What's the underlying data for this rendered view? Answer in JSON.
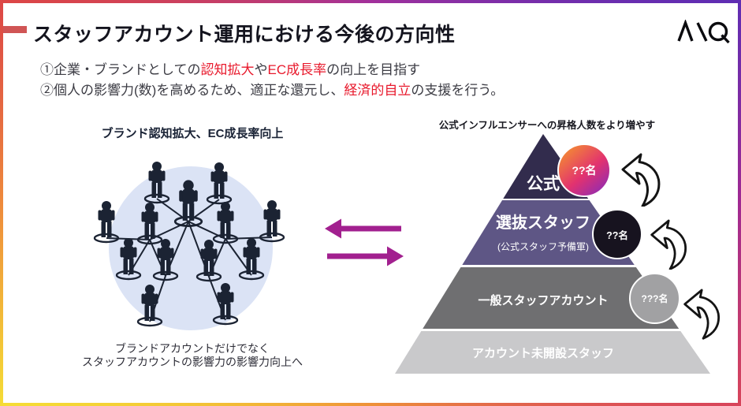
{
  "header": {
    "title": "スタッフアカウント運用における今後の方向性",
    "logo": "AIQ"
  },
  "intro": {
    "line1": {
      "seg1": "①企業・ブランドとしての",
      "seg2": "認知拡大",
      "seg3": "や",
      "seg4": "EC成長率",
      "seg5": "の向上を目指す"
    },
    "line2": {
      "seg1": "②個人の影響力(数)を高めるため、適正な還元し、",
      "seg2": "経済的自立",
      "seg3": "の支援を行う。"
    }
  },
  "network": {
    "title": "ブランド認知拡大、EC成長率向上",
    "caption_line1": "ブランドアカウントだけでなく",
    "caption_line2": "スタッフアカウントの影響力の影響力向上へ",
    "person_count": 13
  },
  "pyramid": {
    "title": "公式インフルエンサーへの昇格人数をより増やす",
    "levels": [
      {
        "label": "公式"
      },
      {
        "label": "選抜スタッフ",
        "sublabel": "(公式スタッフ予備軍)"
      },
      {
        "label": "一般スタッフアカウント"
      },
      {
        "label": "アカウント未開設スタッフ"
      }
    ],
    "badges": [
      {
        "text": "??名"
      },
      {
        "text": "??名"
      },
      {
        "text": "???名"
      }
    ]
  },
  "colors": {
    "highlight_red": "#E8192C",
    "accent_dash": "#D05555",
    "magenta_arrow": "#A2208F",
    "network_circle_bg": "#DBE3F5",
    "person_silhouette": "#1B2333",
    "pyramid_level1": "#322C4D",
    "pyramid_level2": "#5E5685",
    "pyramid_level3": "#6F6F71",
    "pyramid_level4": "#C9C9CB",
    "badge_gradient": "#F5922E,#E2326F,#8A2BB8",
    "badge_dark": "#17131F",
    "badge_gray": "#A1A1A3",
    "border_top_left": "#DC4646",
    "border_top_right": "#5F2DB3",
    "border_bottom_left": "#F5DC35",
    "border_bottom_right": "#D8455A"
  }
}
